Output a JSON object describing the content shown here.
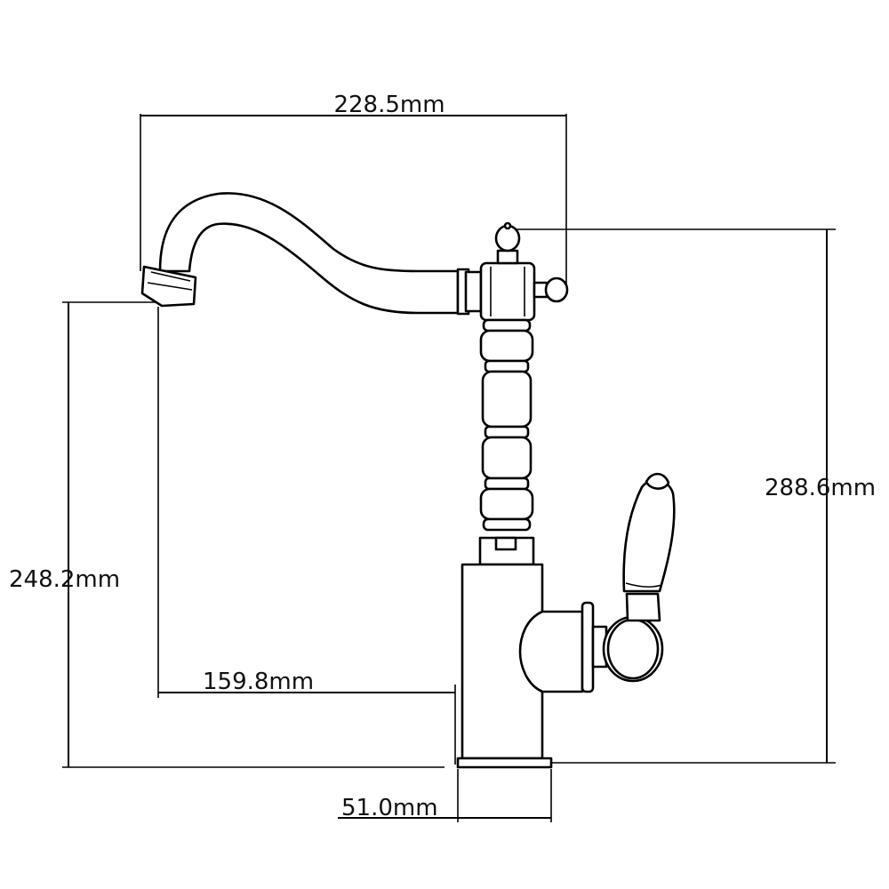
{
  "dimensions": {
    "spout_reach": "228.5mm",
    "total_height": "288.6mm",
    "spout_height": "248.2mm",
    "spout_to_body": "159.8mm",
    "base_diameter": "51.0mm"
  }
}
